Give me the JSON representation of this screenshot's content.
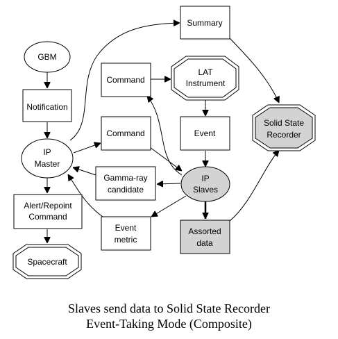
{
  "diagram": {
    "nodes": {
      "gbm": "GBM",
      "notification": "Notification",
      "ip_master": [
        "IP",
        "Master"
      ],
      "alert_repoint": [
        "Alert/Repoint",
        "Command"
      ],
      "spacecraft": "Spacecraft",
      "summary": "Summary",
      "command_top": "Command",
      "lat_instrument": [
        "LAT",
        "Instrument"
      ],
      "command_mid": "Command",
      "event": "Event",
      "gamma_ray_candidate": [
        "Gamma-ray",
        "candidate"
      ],
      "ip_slaves": [
        "IP",
        "Slaves"
      ],
      "event_metric": [
        "Event",
        "metric"
      ],
      "assorted_data": [
        "Assorted",
        "data"
      ],
      "solid_state_recorder": [
        "Solid State",
        "Recorder"
      ]
    },
    "colors": {
      "default_fill": "#ffffff",
      "highlight_fill": "#d3d3d3",
      "stroke": "#000000"
    }
  },
  "caption": {
    "line1": "Slaves send data to Solid State Recorder",
    "line2": "Event-Taking Mode (Composite)"
  }
}
